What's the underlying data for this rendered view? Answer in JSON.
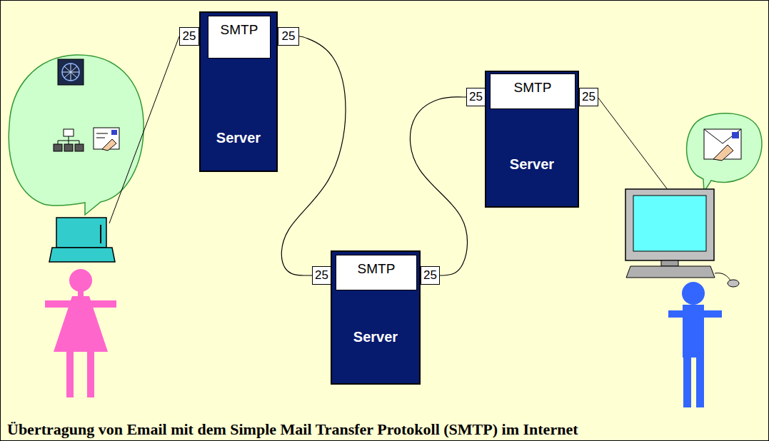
{
  "diagram": {
    "caption": "Übertragung von Email mit dem Simple Mail Transfer Protokoll (SMTP) im Internet",
    "nodes": [
      {
        "text": [
          "Server"
        ]
      },
      {
        "text": [
          "SMTP"
        ],
        "in": 0
      },
      {
        "text": [
          "25"
        ]
      },
      {
        "text": [
          "25"
        ]
      },
      {
        "text": [
          "Server"
        ]
      },
      {
        "text": [
          "SMTP"
        ],
        "in": 4
      },
      {
        "text": [
          "25"
        ]
      },
      {
        "text": [
          "25"
        ]
      },
      {
        "text": [
          "Server"
        ]
      },
      {
        "text": [
          "SMTP"
        ],
        "in": 8
      },
      {
        "text": [
          "25"
        ]
      },
      {
        "text": [
          "25"
        ]
      }
    ],
    "edges": [
      {
        "from": 3,
        "to": 6,
        "arrow": "none"
      },
      {
        "from": 7,
        "to": 10,
        "arrow": "none"
      }
    ]
  }
}
